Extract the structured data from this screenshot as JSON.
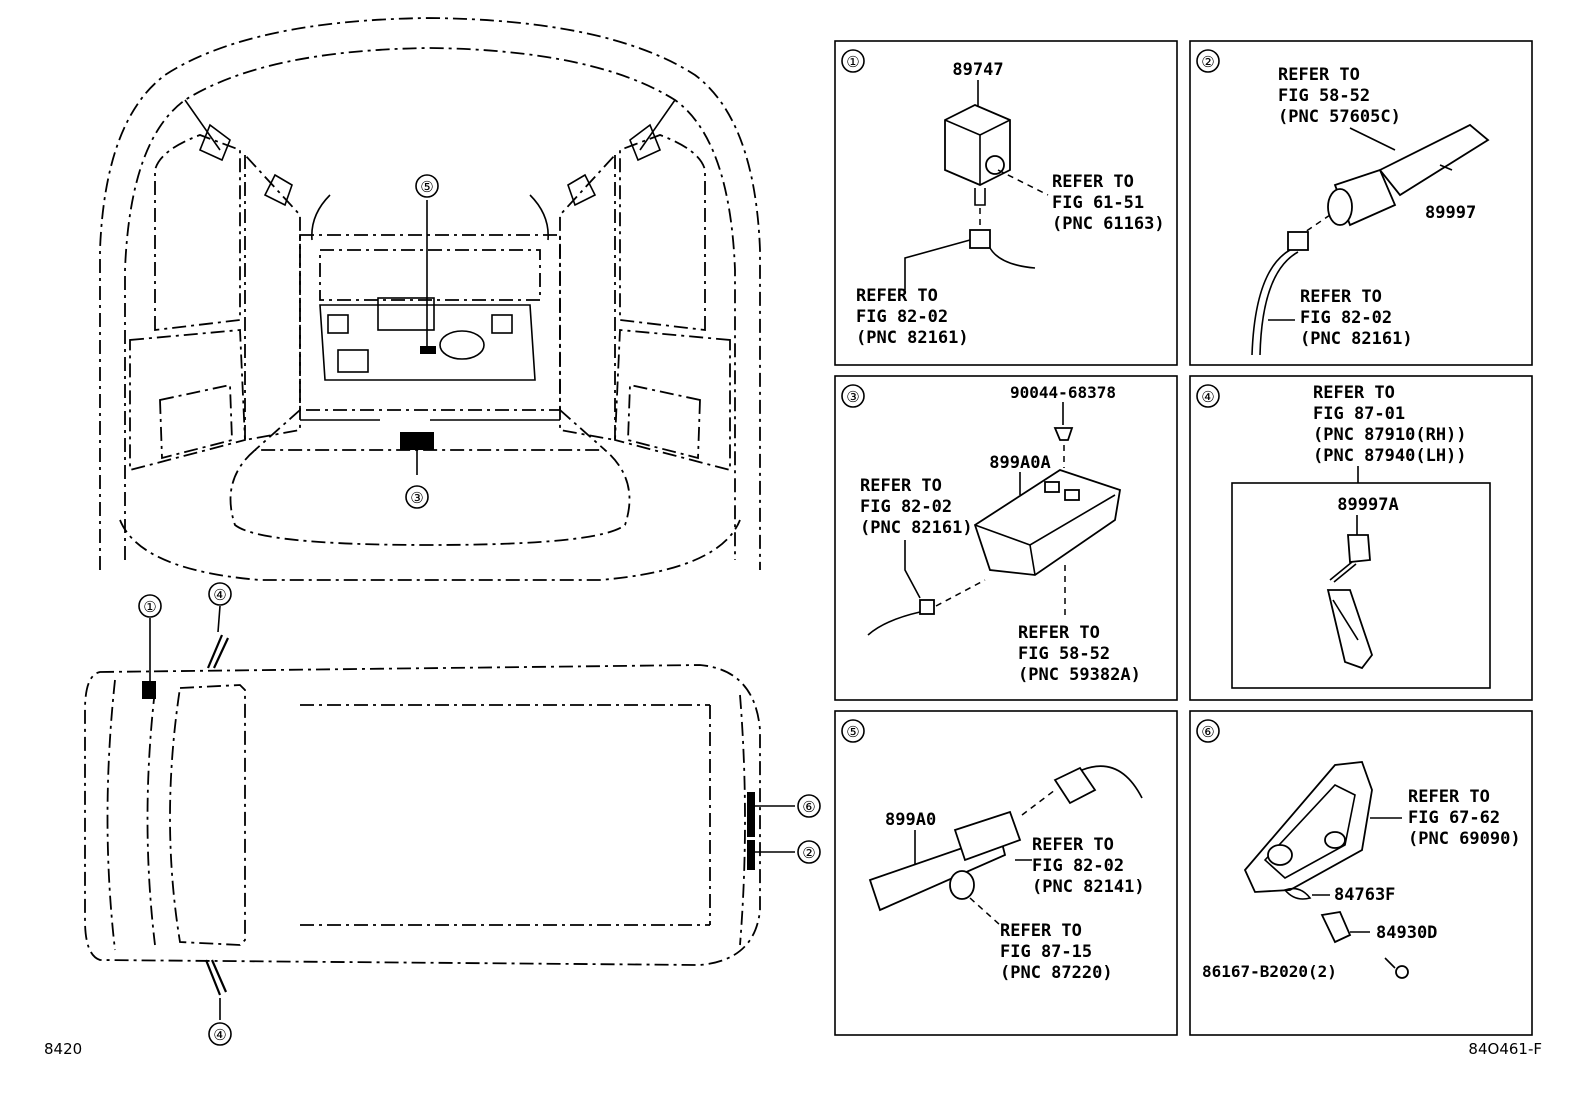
{
  "footer": {
    "left_code": "8420",
    "right_code": "84O461-F"
  },
  "callouts": [
    "①",
    "②",
    "③",
    "④",
    "⑤",
    "⑥"
  ],
  "panels": {
    "p1": {
      "index": "①",
      "part": "89747",
      "ref_a": [
        "REFER TO",
        "FIG 61-51",
        "(PNC 61163)"
      ],
      "ref_b": [
        "REFER TO",
        "FIG 82-02",
        "(PNC 82161)"
      ]
    },
    "p2": {
      "index": "②",
      "part": "89997",
      "ref_a": [
        "REFER TO",
        "FIG 58-52",
        "(PNC 57605C)"
      ],
      "ref_b": [
        "REFER TO",
        "FIG 82-02",
        "(PNC 82161)"
      ]
    },
    "p3": {
      "index": "③",
      "bolt": "90044-68378",
      "part": "899A0A",
      "ref_a": [
        "REFER TO",
        "FIG 82-02",
        "(PNC 82161)"
      ],
      "ref_b": [
        "REFER TO",
        "FIG 58-52",
        "(PNC 59382A)"
      ]
    },
    "p4": {
      "index": "④",
      "ref_a": [
        "REFER TO",
        "FIG 87-01",
        "(PNC 87910(RH))",
        "(PNC 87940(LH))"
      ],
      "part": "89997A"
    },
    "p5": {
      "index": "⑤",
      "part": "899A0",
      "ref_a": [
        "REFER TO",
        "FIG 82-02",
        "(PNC 82141)"
      ],
      "ref_b": [
        "REFER TO",
        "FIG 87-15",
        "(PNC 87220)"
      ]
    },
    "p6": {
      "index": "⑥",
      "ref_a": [
        "REFER TO",
        "FIG 67-62",
        "(PNC 69090)"
      ],
      "part_a": "84763F",
      "part_b": "84930D",
      "part_c": "86167-B2020(2)"
    }
  }
}
